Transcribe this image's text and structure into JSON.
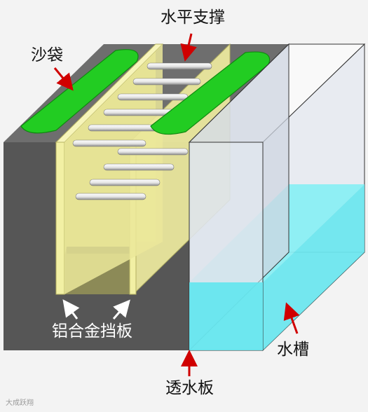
{
  "labels": {
    "sandbag": "沙袋",
    "horizontal_brace": "水平支撑",
    "aluminum_plate": "铝合金挡板",
    "water_tank": "水槽",
    "permeable_plate": "透水板"
  },
  "watermark": "大成跃翔",
  "colors": {
    "soil_dark": "#585858",
    "soil_top": "#6e6e6e",
    "plate_yellow": "#f2f0a4",
    "plate_edge": "#b5b262",
    "sandbag_green": "#22cc22",
    "glass": "#d7dde8",
    "water": "#5fe6ee",
    "arrow_red": "#d00000"
  },
  "icons": [
    "sandbag-arrow",
    "brace-arrow",
    "plate-arrow",
    "tank-arrow",
    "permeable-arrow"
  ]
}
